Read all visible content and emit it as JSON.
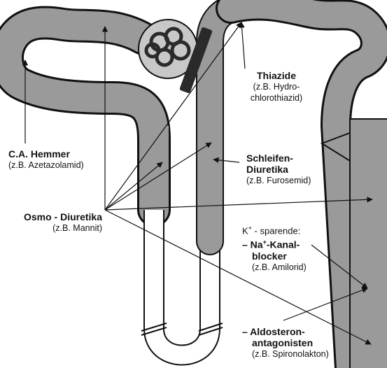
{
  "labels": {
    "ca_hemmer": {
      "title": "C.A. Hemmer",
      "sub": "(z.B. Azetazolamid)"
    },
    "osmo": {
      "title": "Osmo - Diuretika",
      "sub": "(z.B. Mannit)"
    },
    "thiazide": {
      "title": "Thiazide",
      "sub1": "(z.B. Hydro-",
      "sub2": "chlorothiazid)"
    },
    "schleifen": {
      "title1": "Schleifen-",
      "title2": "Diuretika",
      "sub": "(z.B. Furosemid)"
    },
    "ksparende": {
      "k": "K",
      "k_sup": "+",
      "k_rest": " - sparende:",
      "na_prefix": "– Na",
      "na_sup": "+",
      "na_rest": "-Kanal-",
      "na_line2": "blocker",
      "sub": "(z.B. Amilorid)"
    },
    "aldo": {
      "title1": "– Aldosteron-",
      "title2": "antagonisten",
      "sub": "(z.B. Spironolakton)"
    }
  },
  "colors": {
    "tubule_fill": "#9a9a9a",
    "tubule_light": "#c8c8c8",
    "outline": "#111111",
    "glomerulus": "#2a2a2a"
  }
}
